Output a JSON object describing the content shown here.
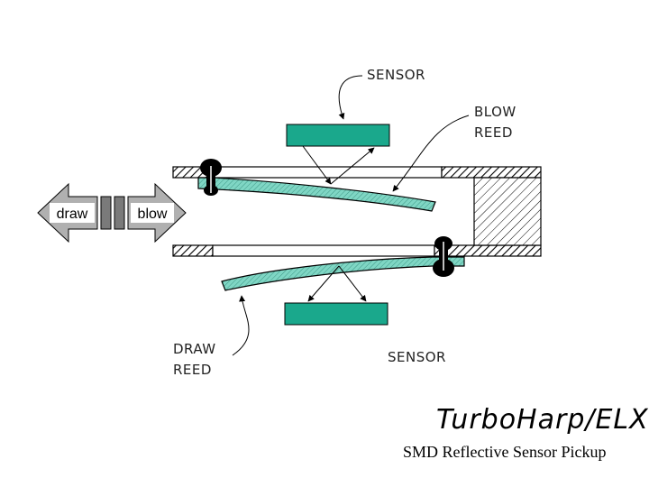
{
  "labels": {
    "sensor_top": "SENSOR",
    "blow_reed_line1": "BLOW",
    "blow_reed_line2": "REED",
    "draw_reed_line1": "DRAW",
    "draw_reed_line2": "REED",
    "sensor_bottom": "SENSOR"
  },
  "direction_arrows": {
    "draw": "draw",
    "blow": "blow"
  },
  "logo": {
    "text": "TurboHarp/ELX"
  },
  "caption": {
    "text": "SMD Reflective Sensor Pickup"
  },
  "colors": {
    "sensor": "#1aa88c",
    "reed": "#7fd6c4",
    "arrow_body": "#b0b0b0",
    "arrow_box": "#7a7a7a"
  }
}
